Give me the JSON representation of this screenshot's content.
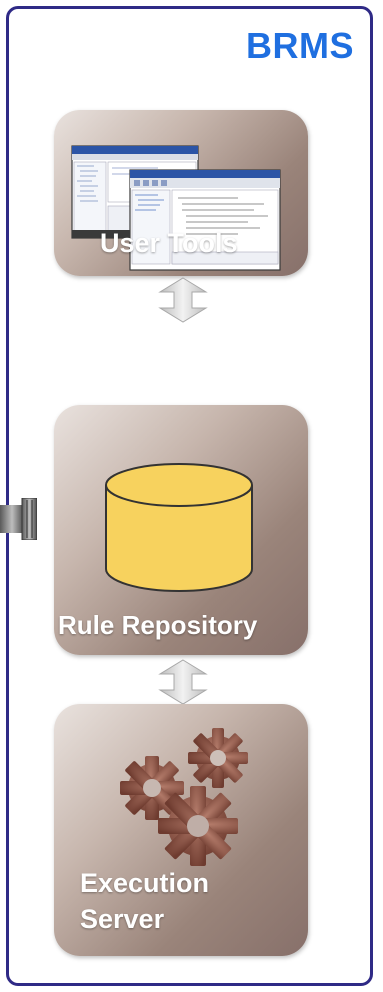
{
  "diagram": {
    "title": "BRMS",
    "components": {
      "user_tools": {
        "label": "User Tools",
        "icon": "desktop-windows-icon"
      },
      "rule_repository": {
        "label": "Rule Repository",
        "icon": "database-cylinder-icon"
      },
      "execution_server": {
        "label_line1": "Execution",
        "label_line2": "Server",
        "icon": "gears-icon"
      }
    },
    "arrows": [
      "bidirectional-arrow-icon",
      "bidirectional-arrow-icon"
    ],
    "colors": {
      "border": "#2f2a86",
      "title": "#1f6fe0",
      "tile_light": "#e9e2de",
      "tile_dark": "#87706a",
      "database": "#f7d25e",
      "gear": "#8b5446"
    }
  }
}
